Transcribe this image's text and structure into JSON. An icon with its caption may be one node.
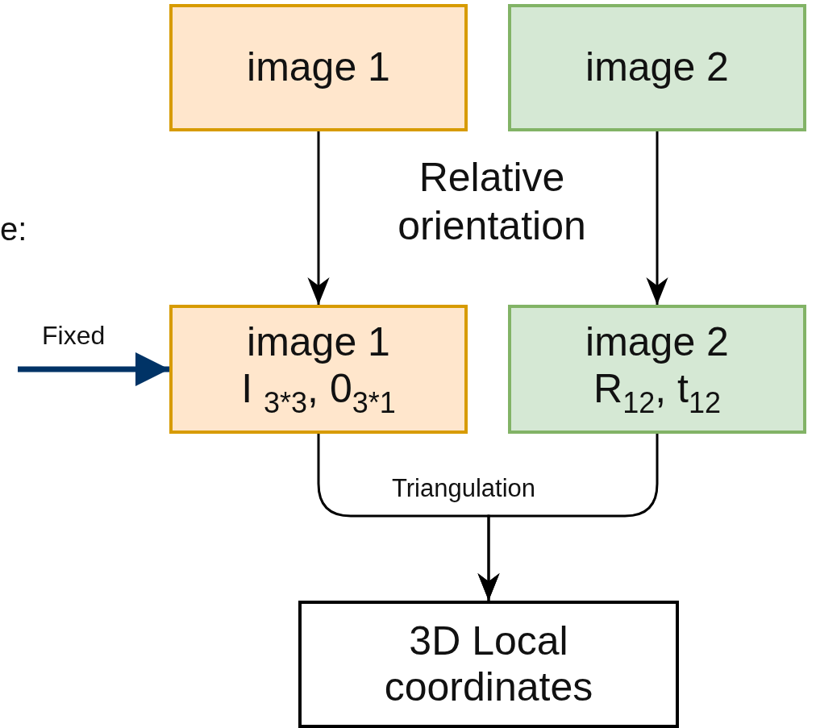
{
  "diagram": {
    "nodes": [
      {
        "text": [
          "image 1"
        ]
      },
      {
        "text": [
          "image 2"
        ]
      },
      {
        "text": [
          "image 1",
          "I $_{3*3}$, 0$_{3*1}$"
        ]
      },
      {
        "text": [
          "image 2",
          "R$_{12}$, t$_{12}$"
        ]
      },
      {
        "text": [
          "3D Local coordinates"
        ]
      }
    ],
    "edges": [
      {
        "from": 0,
        "to": 2,
        "arrow": "to"
      },
      {
        "from": 1,
        "to": 3,
        "arrow": "to"
      },
      {
        "from": 2,
        "to": 4,
        "arrow": "to",
        "label": "Triangulation"
      },
      {
        "from": 3,
        "to": 4,
        "arrow": "to"
      },
      {
        "from": null,
        "to": 2,
        "arrow": "to",
        "label": "Fixed",
        "style": "thick",
        "color": "#003366"
      }
    ],
    "labels": [
      "e:",
      "Relative orientation"
    ]
  }
}
